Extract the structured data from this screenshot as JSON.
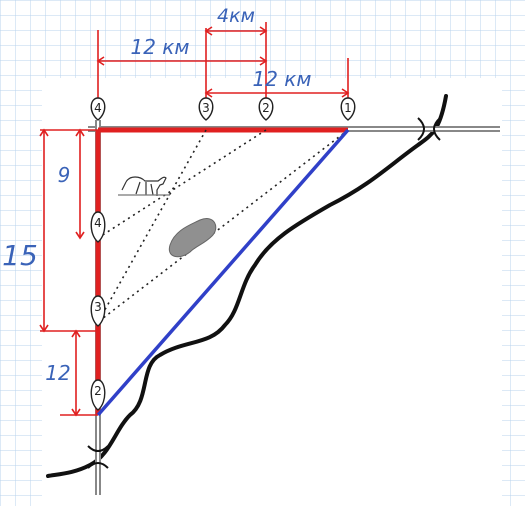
{
  "labels": {
    "top_distance": "4км",
    "left_distance": "12 км",
    "right_distance": "12 км",
    "vert_upper": "9",
    "vert_total": "15",
    "vert_lower": "12"
  },
  "markers": {
    "top": [
      "4",
      "3",
      "2",
      "1"
    ],
    "left": [
      "4",
      "3",
      "2"
    ]
  },
  "colors": {
    "grid": "#b9d3ee",
    "red_path": "#e02020",
    "measure": "#e02020",
    "diagonal": "#3040c8",
    "river": "#111111",
    "road": "#888888",
    "text": "#3a63b8",
    "lake": "#909090"
  },
  "icons": [
    "horse-icon",
    "lake-icon",
    "bridge-icon"
  ]
}
